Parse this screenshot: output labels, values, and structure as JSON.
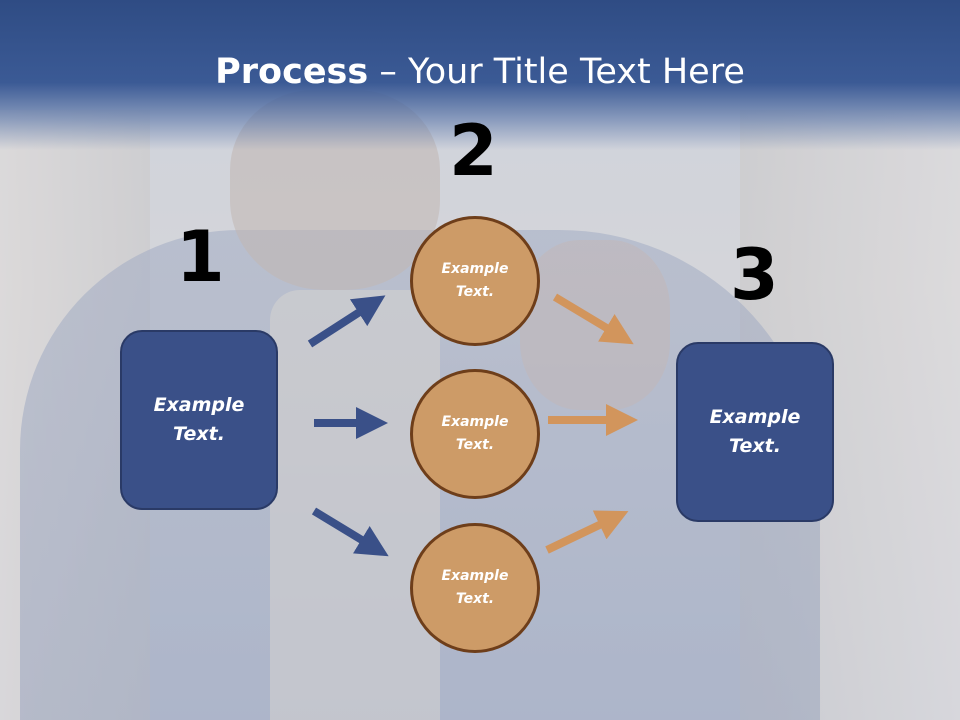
{
  "slide": {
    "title_bold": "Process",
    "title_rest": " – Your Title Text Here"
  },
  "steps": {
    "one": "1",
    "two": "2",
    "three": "3"
  },
  "boxes": {
    "left": "Example\nText.",
    "right": "Example\nText."
  },
  "circles": {
    "top": "Example\nText.",
    "middle": "Example\nText.",
    "bottom": "Example\nText."
  },
  "colors": {
    "header": "#3b5a95",
    "box": "#3a5088",
    "circle": "#cd9b67",
    "arrow_blue": "#3a5088",
    "arrow_orange": "#d2955c"
  }
}
